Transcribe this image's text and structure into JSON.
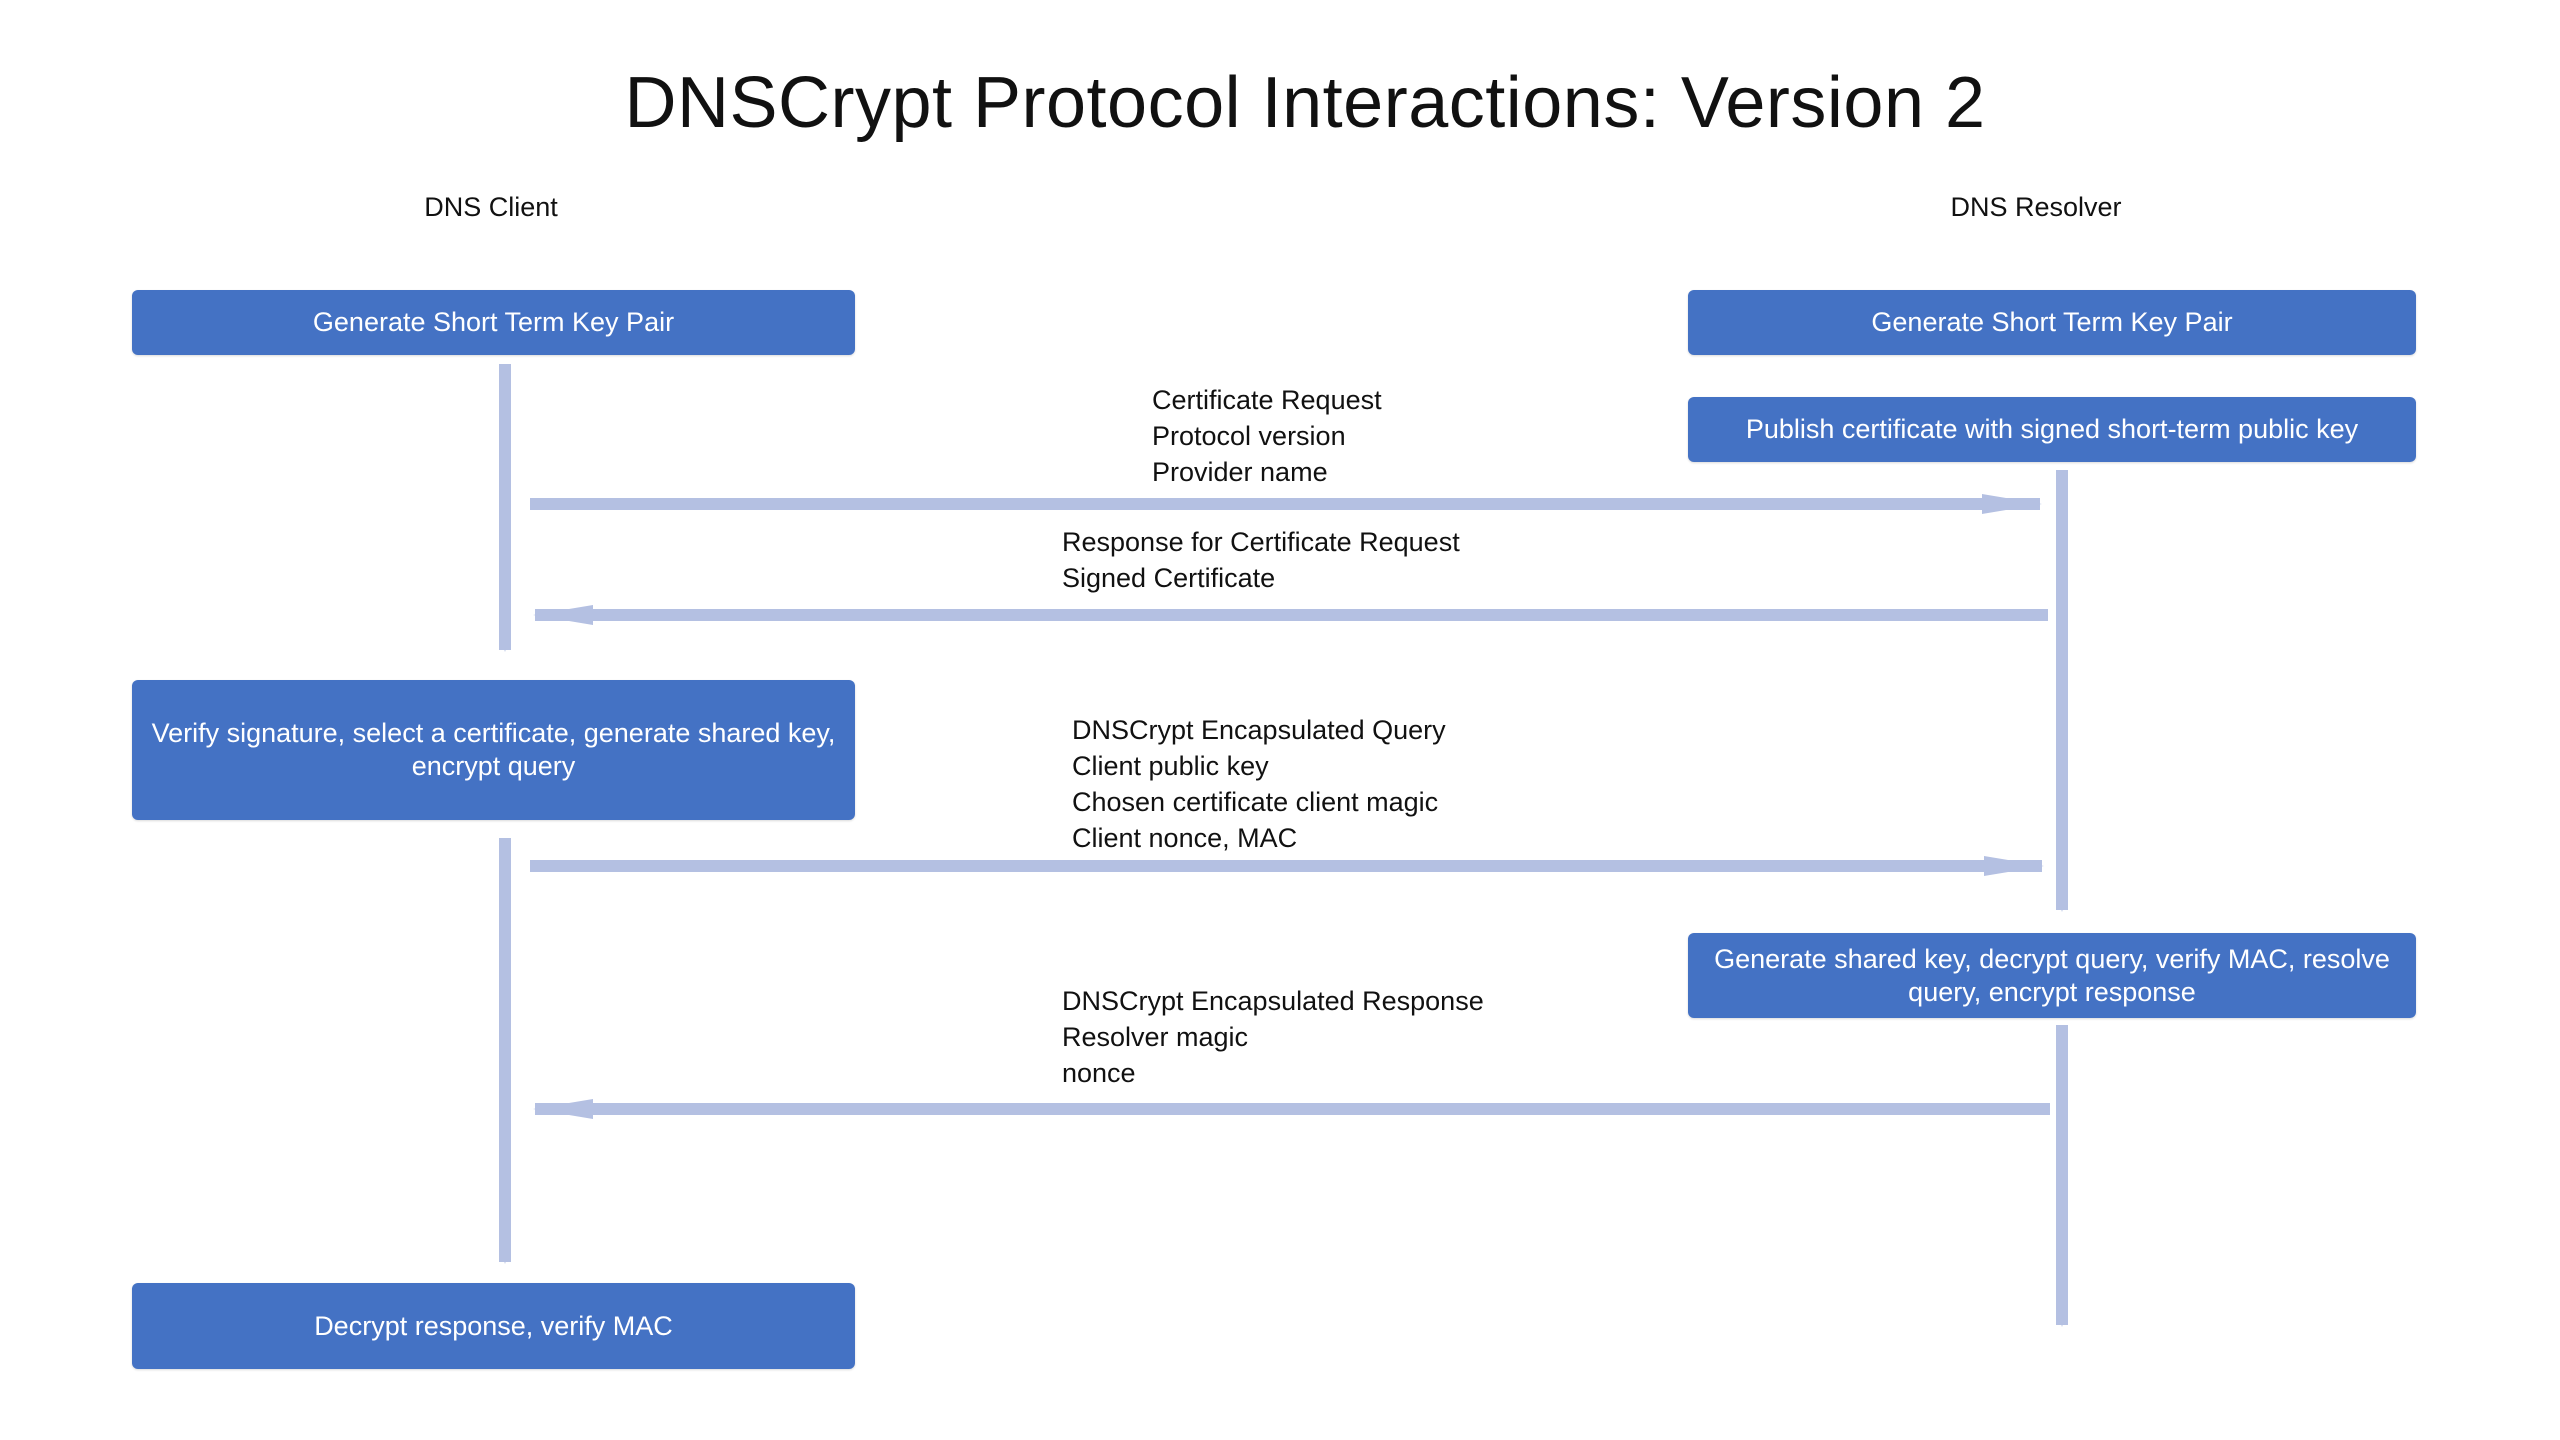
{
  "title": "DNSCrypt Protocol Interactions: Version 2",
  "lanes": {
    "client": "DNS Client",
    "resolver": "DNS Resolver"
  },
  "client_boxes": [
    "Generate Short Term Key Pair",
    "Verify signature, select a certificate, generate shared key, encrypt query",
    "Decrypt response, verify MAC"
  ],
  "resolver_boxes": [
    "Generate Short Term Key Pair",
    "Publish certificate with signed short-term public key",
    "Generate shared key, decrypt query, verify MAC, resolve query, encrypt response"
  ],
  "messages": [
    {
      "direction": "client-to-resolver",
      "lines": [
        "Certificate Request",
        "Protocol version",
        "Provider name"
      ]
    },
    {
      "direction": "resolver-to-client",
      "lines": [
        "Response for Certificate Request",
        "Signed Certificate"
      ]
    },
    {
      "direction": "client-to-resolver",
      "lines": [
        "DNSCrypt Encapsulated Query",
        "Client public key",
        "Chosen certificate client magic",
        "Client nonce, MAC"
      ]
    },
    {
      "direction": "resolver-to-client",
      "lines": [
        "DNSCrypt Encapsulated Response",
        "Resolver magic",
        "nonce"
      ]
    }
  ],
  "colors": {
    "box": "#4472c4",
    "arrow": "#b4c0e2",
    "text": "#111111"
  }
}
